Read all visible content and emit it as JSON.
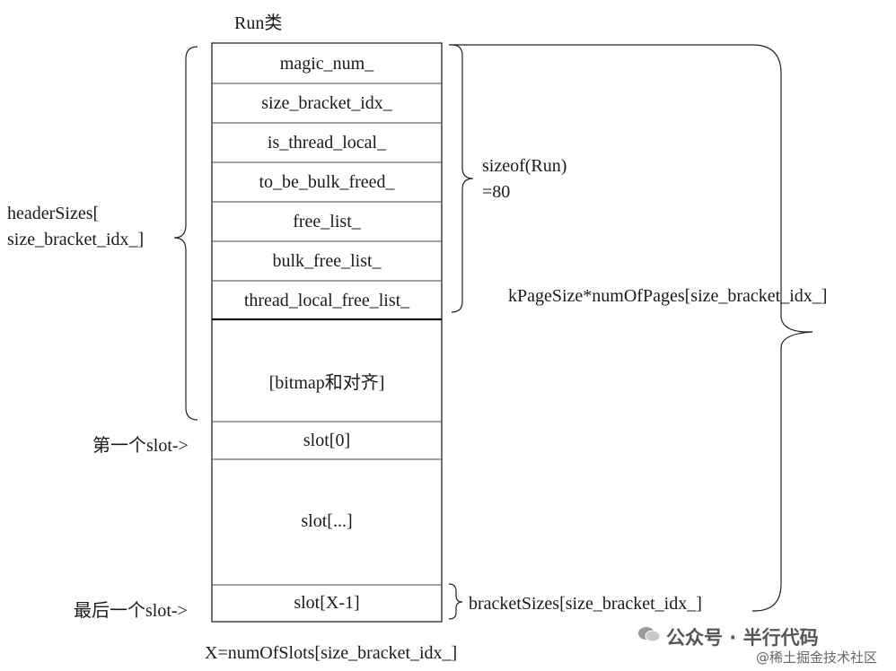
{
  "title": "Run类",
  "cells": [
    "magic_num_",
    "size_bracket_idx_",
    "is_thread_local_",
    "to_be_bulk_freed_",
    "free_list_",
    "bulk_free_list_",
    "thread_local_free_list_",
    "[bitmap和对齐]",
    "slot[0]",
    "slot[...]",
    "slot[X-1]"
  ],
  "left_labels": {
    "header_line1": "headerSizes[",
    "header_line2": "size_bracket_idx_]",
    "first_slot": "第一个slot->",
    "last_slot": "最后一个slot->"
  },
  "right_labels": {
    "sizeof_line1": "sizeof(Run)",
    "sizeof_line2": "=80",
    "page_size": "kPageSize*numOfPages[size_bracket_idx_]",
    "bracket_sizes": "bracketSizes[size_bracket_idx_]"
  },
  "bottom_label": "X=numOfSlots[size_bracket_idx_]",
  "watermark": {
    "line1": "公众号 · 半行代码",
    "line2": "@稀土掘金技术社区"
  }
}
